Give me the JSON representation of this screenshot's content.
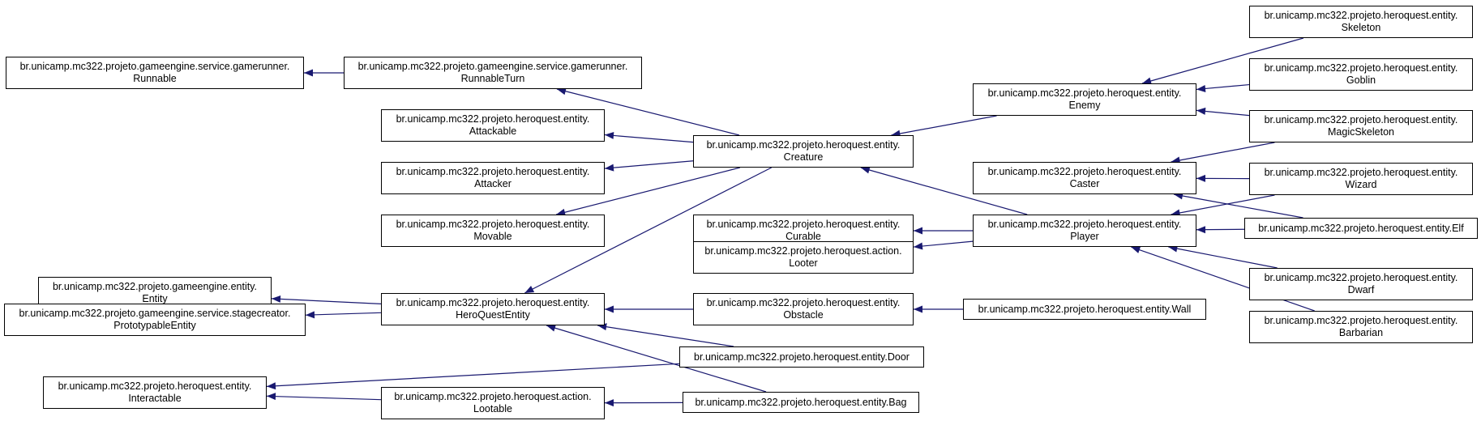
{
  "nodes": {
    "runnable": {
      "line1": "br.unicamp.mc322.projeto.gameengine.service.gamerunner.",
      "line2": "Runnable"
    },
    "runnableturn": {
      "line1": "br.unicamp.mc322.projeto.gameengine.service.gamerunner.",
      "line2": "RunnableTurn"
    },
    "attackable": {
      "line1": "br.unicamp.mc322.projeto.heroquest.entity.",
      "line2": "Attackable"
    },
    "attacker": {
      "line1": "br.unicamp.mc322.projeto.heroquest.entity.",
      "line2": "Attacker"
    },
    "movable": {
      "line1": "br.unicamp.mc322.projeto.heroquest.entity.",
      "line2": "Movable"
    },
    "entity": {
      "line1": "br.unicamp.mc322.projeto.gameengine.entity.",
      "line2": "Entity"
    },
    "prototypable": {
      "line1": "br.unicamp.mc322.projeto.gameengine.service.stagecreator.",
      "line2": "PrototypableEntity"
    },
    "interactable": {
      "line1": "br.unicamp.mc322.projeto.heroquest.entity.",
      "line2": "Interactable"
    },
    "heroquestentity": {
      "line1": "br.unicamp.mc322.projeto.heroquest.entity.",
      "line2": "HeroQuestEntity"
    },
    "lootable": {
      "line1": "br.unicamp.mc322.projeto.heroquest.action.",
      "line2": "Lootable"
    },
    "creature": {
      "line1": "br.unicamp.mc322.projeto.heroquest.entity.",
      "line2": "Creature"
    },
    "curable": {
      "line1": "br.unicamp.mc322.projeto.heroquest.entity.",
      "line2": "Curable"
    },
    "looter": {
      "line1": "br.unicamp.mc322.projeto.heroquest.action.",
      "line2": "Looter"
    },
    "obstacle": {
      "line1": "br.unicamp.mc322.projeto.heroquest.entity.",
      "line2": "Obstacle"
    },
    "door": {
      "line1": "br.unicamp.mc322.projeto.heroquest.entity.Door",
      "line2": ""
    },
    "bag": {
      "line1": "br.unicamp.mc322.projeto.heroquest.entity.Bag",
      "line2": ""
    },
    "enemy": {
      "line1": "br.unicamp.mc322.projeto.heroquest.entity.",
      "line2": "Enemy"
    },
    "caster": {
      "line1": "br.unicamp.mc322.projeto.heroquest.entity.",
      "line2": "Caster"
    },
    "player": {
      "line1": "br.unicamp.mc322.projeto.heroquest.entity.",
      "line2": "Player"
    },
    "wall": {
      "line1": "br.unicamp.mc322.projeto.heroquest.entity.Wall",
      "line2": ""
    },
    "skeleton": {
      "line1": "br.unicamp.mc322.projeto.heroquest.entity.",
      "line2": "Skeleton"
    },
    "goblin": {
      "line1": "br.unicamp.mc322.projeto.heroquest.entity.",
      "line2": "Goblin"
    },
    "magicskeleton": {
      "line1": "br.unicamp.mc322.projeto.heroquest.entity.",
      "line2": "MagicSkeleton"
    },
    "wizard": {
      "line1": "br.unicamp.mc322.projeto.heroquest.entity.",
      "line2": "Wizard"
    },
    "elf": {
      "line1": "br.unicamp.mc322.projeto.heroquest.entity.Elf",
      "line2": ""
    },
    "dwarf": {
      "line1": "br.unicamp.mc322.projeto.heroquest.entity.",
      "line2": "Dwarf"
    },
    "barbarian": {
      "line1": "br.unicamp.mc322.projeto.heroquest.entity.",
      "line2": "Barbarian"
    }
  },
  "edges": [
    {
      "from": "runnableturn",
      "to": "runnable"
    },
    {
      "from": "creature",
      "to": "runnableturn"
    },
    {
      "from": "creature",
      "to": "attackable"
    },
    {
      "from": "creature",
      "to": "attacker"
    },
    {
      "from": "creature",
      "to": "movable"
    },
    {
      "from": "creature",
      "to": "heroquestentity"
    },
    {
      "from": "heroquestentity",
      "to": "entity"
    },
    {
      "from": "heroquestentity",
      "to": "prototypable"
    },
    {
      "from": "obstacle",
      "to": "heroquestentity"
    },
    {
      "from": "door",
      "to": "heroquestentity"
    },
    {
      "from": "bag",
      "to": "heroquestentity"
    },
    {
      "from": "door",
      "to": "interactable"
    },
    {
      "from": "lootable",
      "to": "interactable"
    },
    {
      "from": "bag",
      "to": "lootable"
    },
    {
      "from": "wall",
      "to": "obstacle"
    },
    {
      "from": "enemy",
      "to": "creature"
    },
    {
      "from": "player",
      "to": "creature"
    },
    {
      "from": "player",
      "to": "curable"
    },
    {
      "from": "player",
      "to": "looter"
    },
    {
      "from": "skeleton",
      "to": "enemy"
    },
    {
      "from": "goblin",
      "to": "enemy"
    },
    {
      "from": "magicskeleton",
      "to": "enemy"
    },
    {
      "from": "magicskeleton",
      "to": "caster"
    },
    {
      "from": "wizard",
      "to": "caster"
    },
    {
      "from": "elf",
      "to": "caster"
    },
    {
      "from": "wizard",
      "to": "player"
    },
    {
      "from": "elf",
      "to": "player"
    },
    {
      "from": "dwarf",
      "to": "player"
    },
    {
      "from": "barbarian",
      "to": "player"
    }
  ],
  "colors": {
    "edge": "#191970",
    "border": "#000000",
    "background": "#ffffff"
  }
}
